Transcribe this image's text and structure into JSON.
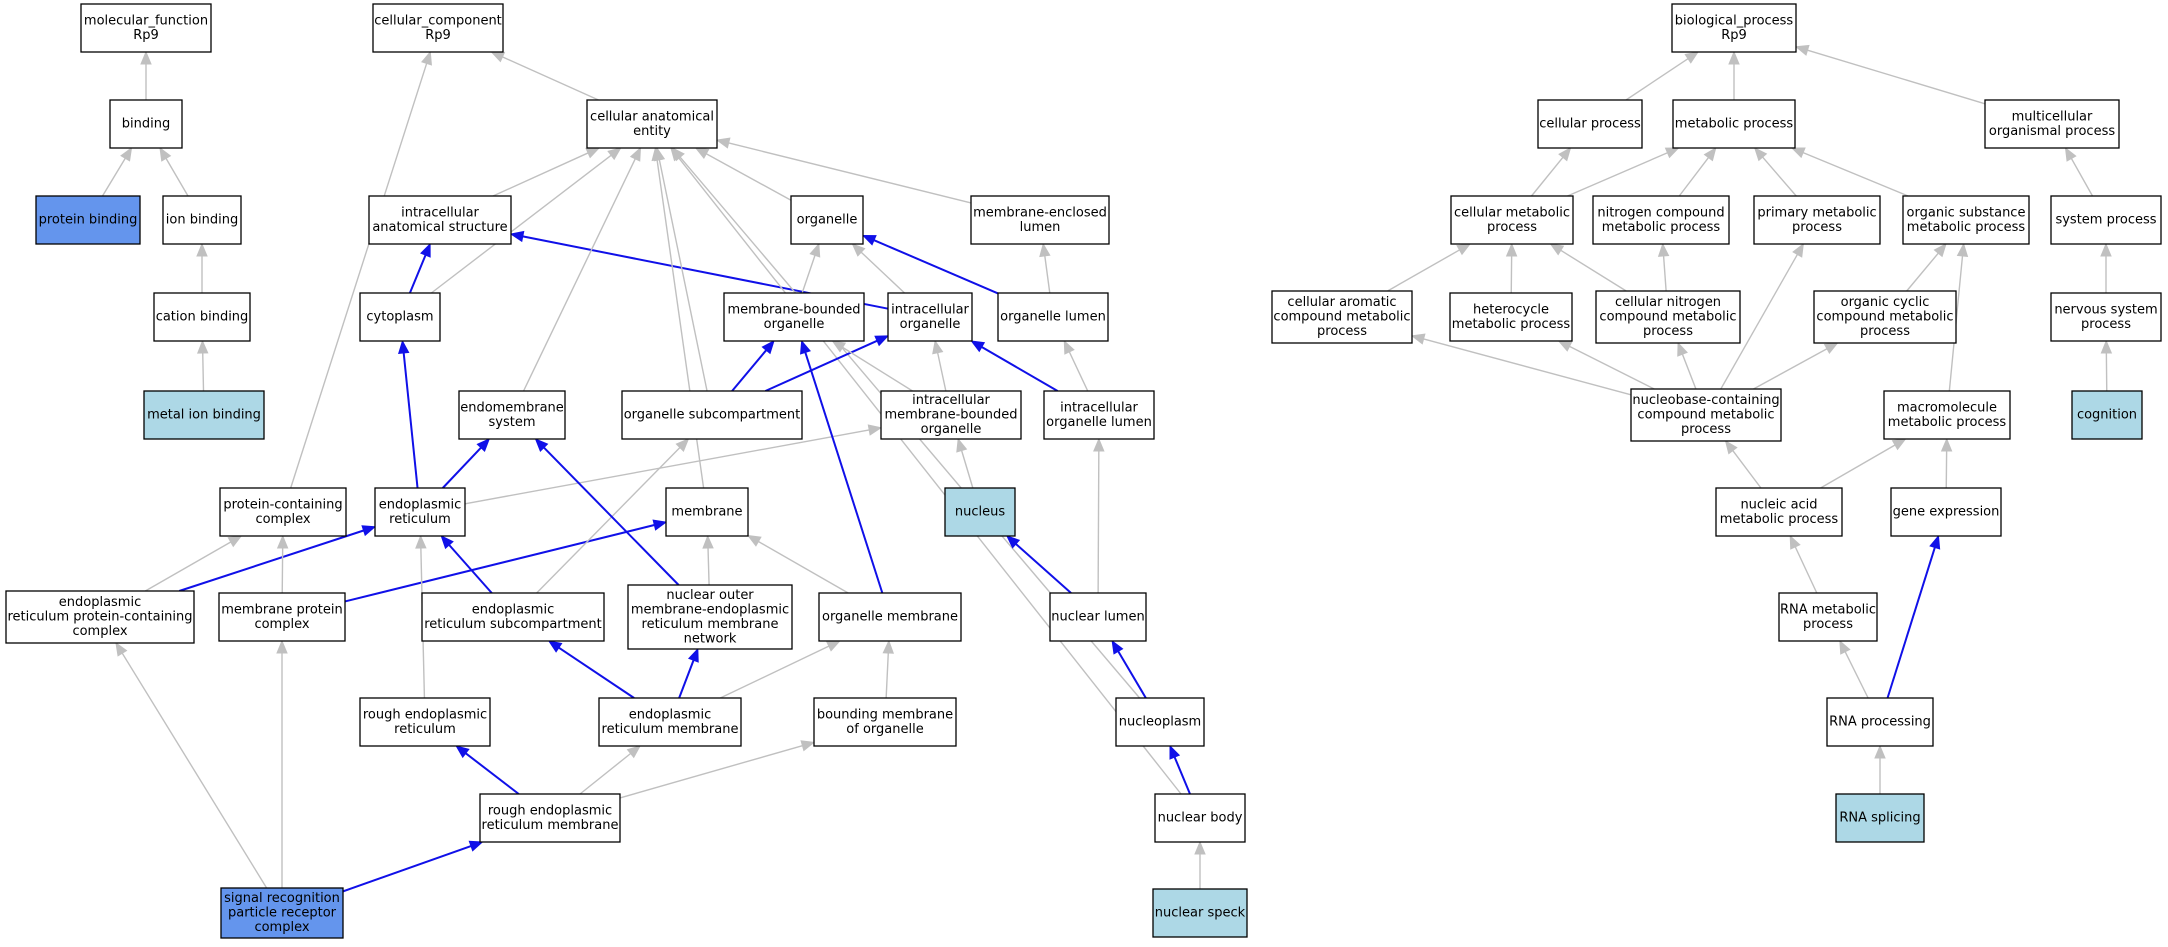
{
  "colors": {
    "background": "#ffffff",
    "node_default": "#ffffff",
    "node_annotated_light": "#add8e6",
    "node_annotated_strong": "#6495ed",
    "edge_normal": "#c0c0c0",
    "edge_path": "#1010e8"
  },
  "nodes": [
    {
      "id": "mf",
      "lines": [
        "molecular_function",
        "Rp9"
      ],
      "fill": "white"
    },
    {
      "id": "binding",
      "lines": [
        "binding"
      ],
      "fill": "white"
    },
    {
      "id": "protbind",
      "lines": [
        "protein binding"
      ],
      "fill": "strong"
    },
    {
      "id": "ionbind",
      "lines": [
        "ion binding"
      ],
      "fill": "white"
    },
    {
      "id": "cationbind",
      "lines": [
        "cation binding"
      ],
      "fill": "white"
    },
    {
      "id": "metalbind",
      "lines": [
        "metal ion binding"
      ],
      "fill": "light"
    },
    {
      "id": "cc",
      "lines": [
        "cellular_component",
        "Rp9"
      ],
      "fill": "white"
    },
    {
      "id": "cae",
      "lines": [
        "cellular anatomical",
        "entity"
      ],
      "fill": "white"
    },
    {
      "id": "ias",
      "lines": [
        "intracellular",
        "anatomical structure"
      ],
      "fill": "white"
    },
    {
      "id": "organelle",
      "lines": [
        "organelle"
      ],
      "fill": "white"
    },
    {
      "id": "mel",
      "lines": [
        "membrane-enclosed",
        "lumen"
      ],
      "fill": "white"
    },
    {
      "id": "cytoplasm",
      "lines": [
        "cytoplasm"
      ],
      "fill": "white"
    },
    {
      "id": "mbo",
      "lines": [
        "membrane-bounded",
        "organelle"
      ],
      "fill": "white"
    },
    {
      "id": "io",
      "lines": [
        "intracellular",
        "organelle"
      ],
      "fill": "white"
    },
    {
      "id": "olumen",
      "lines": [
        "organelle lumen"
      ],
      "fill": "white"
    },
    {
      "id": "endosys",
      "lines": [
        "endomembrane",
        "system"
      ],
      "fill": "white"
    },
    {
      "id": "osub",
      "lines": [
        "organelle subcompartment"
      ],
      "fill": "white"
    },
    {
      "id": "imbo",
      "lines": [
        "intracellular",
        "membrane-bounded",
        "organelle"
      ],
      "fill": "white"
    },
    {
      "id": "iol",
      "lines": [
        "intracellular",
        "organelle lumen"
      ],
      "fill": "white"
    },
    {
      "id": "pcc",
      "lines": [
        "protein-containing",
        "complex"
      ],
      "fill": "white"
    },
    {
      "id": "er",
      "lines": [
        "endoplasmic",
        "reticulum"
      ],
      "fill": "white"
    },
    {
      "id": "membrane",
      "lines": [
        "membrane"
      ],
      "fill": "white"
    },
    {
      "id": "nucleus",
      "lines": [
        "nucleus"
      ],
      "fill": "light"
    },
    {
      "id": "erpcc",
      "lines": [
        "endoplasmic",
        "reticulum protein-containing",
        "complex"
      ],
      "fill": "white"
    },
    {
      "id": "mpc",
      "lines": [
        "membrane protein",
        "complex"
      ],
      "fill": "white"
    },
    {
      "id": "ersub",
      "lines": [
        "endoplasmic",
        "reticulum subcompartment"
      ],
      "fill": "white"
    },
    {
      "id": "nomer",
      "lines": [
        "nuclear outer",
        "membrane-endoplasmic",
        "reticulum membrane",
        "network"
      ],
      "fill": "white"
    },
    {
      "id": "orgmem",
      "lines": [
        "organelle membrane"
      ],
      "fill": "white"
    },
    {
      "id": "nlumen",
      "lines": [
        "nuclear lumen"
      ],
      "fill": "white"
    },
    {
      "id": "rer",
      "lines": [
        "rough endoplasmic",
        "reticulum"
      ],
      "fill": "white"
    },
    {
      "id": "ermem",
      "lines": [
        "endoplasmic",
        "reticulum membrane"
      ],
      "fill": "white"
    },
    {
      "id": "bmo",
      "lines": [
        "bounding membrane",
        "of organelle"
      ],
      "fill": "white"
    },
    {
      "id": "nucleoplasm",
      "lines": [
        "nucleoplasm"
      ],
      "fill": "white"
    },
    {
      "id": "rerm",
      "lines": [
        "rough endoplasmic",
        "reticulum membrane"
      ],
      "fill": "white"
    },
    {
      "id": "nbody",
      "lines": [
        "nuclear body"
      ],
      "fill": "white"
    },
    {
      "id": "srp",
      "lines": [
        "signal recognition",
        "particle receptor",
        "complex"
      ],
      "fill": "strong"
    },
    {
      "id": "nspeck",
      "lines": [
        "nuclear speck"
      ],
      "fill": "light"
    },
    {
      "id": "bp",
      "lines": [
        "biological_process",
        "Rp9"
      ],
      "fill": "white"
    },
    {
      "id": "cellproc",
      "lines": [
        "cellular process"
      ],
      "fill": "white"
    },
    {
      "id": "metproc",
      "lines": [
        "metabolic process"
      ],
      "fill": "white"
    },
    {
      "id": "mop",
      "lines": [
        "multicellular",
        "organismal process"
      ],
      "fill": "white"
    },
    {
      "id": "cmp",
      "lines": [
        "cellular metabolic",
        "process"
      ],
      "fill": "white"
    },
    {
      "id": "ncmp",
      "lines": [
        "nitrogen compound",
        "metabolic process"
      ],
      "fill": "white"
    },
    {
      "id": "pmp",
      "lines": [
        "primary metabolic",
        "process"
      ],
      "fill": "white"
    },
    {
      "id": "osmp",
      "lines": [
        "organic substance",
        "metabolic process"
      ],
      "fill": "white"
    },
    {
      "id": "sysproc",
      "lines": [
        "system process"
      ],
      "fill": "white"
    },
    {
      "id": "cacmp",
      "lines": [
        "cellular aromatic",
        "compound metabolic",
        "process"
      ],
      "fill": "white"
    },
    {
      "id": "hmp",
      "lines": [
        "heterocycle",
        "metabolic process"
      ],
      "fill": "white"
    },
    {
      "id": "cncmp",
      "lines": [
        "cellular nitrogen",
        "compound metabolic",
        "process"
      ],
      "fill": "white"
    },
    {
      "id": "occmp",
      "lines": [
        "organic cyclic",
        "compound metabolic",
        "process"
      ],
      "fill": "white"
    },
    {
      "id": "nsp",
      "lines": [
        "nervous system",
        "process"
      ],
      "fill": "white"
    },
    {
      "id": "nbccmp",
      "lines": [
        "nucleobase-containing",
        "compound metabolic",
        "process"
      ],
      "fill": "white"
    },
    {
      "id": "mmp",
      "lines": [
        "macromolecule",
        "metabolic process"
      ],
      "fill": "white"
    },
    {
      "id": "cognition",
      "lines": [
        "cognition"
      ],
      "fill": "light"
    },
    {
      "id": "namp",
      "lines": [
        "nucleic acid",
        "metabolic process"
      ],
      "fill": "white"
    },
    {
      "id": "geneexp",
      "lines": [
        "gene expression"
      ],
      "fill": "white"
    },
    {
      "id": "rnamp",
      "lines": [
        "RNA metabolic",
        "process"
      ],
      "fill": "white"
    },
    {
      "id": "rnaproc",
      "lines": [
        "RNA processing"
      ],
      "fill": "white"
    },
    {
      "id": "rnasplice",
      "lines": [
        "RNA splicing"
      ],
      "fill": "light"
    }
  ],
  "edges": [
    {
      "from": "binding",
      "to": "mf",
      "kind": "normal"
    },
    {
      "from": "protbind",
      "to": "binding",
      "kind": "normal"
    },
    {
      "from": "ionbind",
      "to": "binding",
      "kind": "normal"
    },
    {
      "from": "cationbind",
      "to": "ionbind",
      "kind": "normal"
    },
    {
      "from": "metalbind",
      "to": "cationbind",
      "kind": "normal"
    },
    {
      "from": "cae",
      "to": "cc",
      "kind": "normal"
    },
    {
      "from": "ias",
      "to": "cae",
      "kind": "normal"
    },
    {
      "from": "organelle",
      "to": "cae",
      "kind": "normal"
    },
    {
      "from": "mel",
      "to": "cae",
      "kind": "normal"
    },
    {
      "from": "cytoplasm",
      "to": "cae",
      "kind": "normal"
    },
    {
      "from": "cytoplasm",
      "to": "ias",
      "kind": "path"
    },
    {
      "from": "io",
      "to": "ias",
      "kind": "path"
    },
    {
      "from": "mbo",
      "to": "organelle",
      "kind": "normal"
    },
    {
      "from": "io",
      "to": "organelle",
      "kind": "normal"
    },
    {
      "from": "olumen",
      "to": "organelle",
      "kind": "path"
    },
    {
      "from": "olumen",
      "to": "mel",
      "kind": "normal"
    },
    {
      "from": "endosys",
      "to": "cae",
      "kind": "normal"
    },
    {
      "from": "osub",
      "to": "cae",
      "kind": "normal"
    },
    {
      "from": "membrane",
      "to": "cae",
      "kind": "normal"
    },
    {
      "from": "nucleoplasm",
      "to": "cae",
      "kind": "normal"
    },
    {
      "from": "nbody",
      "to": "cae",
      "kind": "normal"
    },
    {
      "from": "osub",
      "to": "mbo",
      "kind": "path"
    },
    {
      "from": "osub",
      "to": "io",
      "kind": "path"
    },
    {
      "from": "imbo",
      "to": "mbo",
      "kind": "normal"
    },
    {
      "from": "imbo",
      "to": "io",
      "kind": "normal"
    },
    {
      "from": "iol",
      "to": "io",
      "kind": "path"
    },
    {
      "from": "iol",
      "to": "olumen",
      "kind": "normal"
    },
    {
      "from": "er",
      "to": "cytoplasm",
      "kind": "path"
    },
    {
      "from": "er",
      "to": "endosys",
      "kind": "path"
    },
    {
      "from": "er",
      "to": "imbo",
      "kind": "normal"
    },
    {
      "from": "nucleus",
      "to": "imbo",
      "kind": "normal"
    },
    {
      "from": "nlumen",
      "to": "iol",
      "kind": "normal"
    },
    {
      "from": "nlumen",
      "to": "nucleus",
      "kind": "path"
    },
    {
      "from": "erpcc",
      "to": "pcc",
      "kind": "normal"
    },
    {
      "from": "erpcc",
      "to": "er",
      "kind": "path"
    },
    {
      "from": "mpc",
      "to": "pcc",
      "kind": "normal"
    },
    {
      "from": "mpc",
      "to": "membrane",
      "kind": "path"
    },
    {
      "from": "pcc",
      "to": "cc",
      "kind": "normal"
    },
    {
      "from": "ersub",
      "to": "er",
      "kind": "path"
    },
    {
      "from": "ersub",
      "to": "osub",
      "kind": "normal"
    },
    {
      "from": "nomer",
      "to": "endosys",
      "kind": "path"
    },
    {
      "from": "nomer",
      "to": "membrane",
      "kind": "normal"
    },
    {
      "from": "orgmem",
      "to": "membrane",
      "kind": "normal"
    },
    {
      "from": "orgmem",
      "to": "mbo",
      "kind": "path"
    },
    {
      "from": "rer",
      "to": "er",
      "kind": "normal"
    },
    {
      "from": "ermem",
      "to": "ersub",
      "kind": "path"
    },
    {
      "from": "ermem",
      "to": "nomer",
      "kind": "path"
    },
    {
      "from": "ermem",
      "to": "orgmem",
      "kind": "normal"
    },
    {
      "from": "bmo",
      "to": "orgmem",
      "kind": "normal"
    },
    {
      "from": "nucleoplasm",
      "to": "nlumen",
      "kind": "path"
    },
    {
      "from": "rerm",
      "to": "rer",
      "kind": "path"
    },
    {
      "from": "rerm",
      "to": "ermem",
      "kind": "normal"
    },
    {
      "from": "rerm",
      "to": "bmo",
      "kind": "normal"
    },
    {
      "from": "nbody",
      "to": "nucleoplasm",
      "kind": "path"
    },
    {
      "from": "srp",
      "to": "erpcc",
      "kind": "normal"
    },
    {
      "from": "srp",
      "to": "mpc",
      "kind": "normal"
    },
    {
      "from": "srp",
      "to": "rerm",
      "kind": "path"
    },
    {
      "from": "nspeck",
      "to": "nbody",
      "kind": "normal"
    },
    {
      "from": "cellproc",
      "to": "bp",
      "kind": "normal"
    },
    {
      "from": "metproc",
      "to": "bp",
      "kind": "normal"
    },
    {
      "from": "mop",
      "to": "bp",
      "kind": "normal"
    },
    {
      "from": "cmp",
      "to": "cellproc",
      "kind": "normal"
    },
    {
      "from": "cmp",
      "to": "metproc",
      "kind": "normal"
    },
    {
      "from": "ncmp",
      "to": "metproc",
      "kind": "normal"
    },
    {
      "from": "pmp",
      "to": "metproc",
      "kind": "normal"
    },
    {
      "from": "osmp",
      "to": "metproc",
      "kind": "normal"
    },
    {
      "from": "sysproc",
      "to": "mop",
      "kind": "normal"
    },
    {
      "from": "cacmp",
      "to": "cmp",
      "kind": "normal"
    },
    {
      "from": "hmp",
      "to": "cmp",
      "kind": "normal"
    },
    {
      "from": "cncmp",
      "to": "cmp",
      "kind": "normal"
    },
    {
      "from": "cncmp",
      "to": "ncmp",
      "kind": "normal"
    },
    {
      "from": "occmp",
      "to": "osmp",
      "kind": "normal"
    },
    {
      "from": "nsp",
      "to": "sysproc",
      "kind": "normal"
    },
    {
      "from": "nbccmp",
      "to": "cacmp",
      "kind": "normal"
    },
    {
      "from": "nbccmp",
      "to": "hmp",
      "kind": "normal"
    },
    {
      "from": "nbccmp",
      "to": "cncmp",
      "kind": "normal"
    },
    {
      "from": "nbccmp",
      "to": "occmp",
      "kind": "normal"
    },
    {
      "from": "nbccmp",
      "to": "pmp",
      "kind": "normal"
    },
    {
      "from": "mmp",
      "to": "osmp",
      "kind": "normal"
    },
    {
      "from": "cognition",
      "to": "nsp",
      "kind": "normal"
    },
    {
      "from": "namp",
      "to": "nbccmp",
      "kind": "normal"
    },
    {
      "from": "namp",
      "to": "mmp",
      "kind": "normal"
    },
    {
      "from": "geneexp",
      "to": "mmp",
      "kind": "normal"
    },
    {
      "from": "rnamp",
      "to": "namp",
      "kind": "normal"
    },
    {
      "from": "rnaproc",
      "to": "rnamp",
      "kind": "normal"
    },
    {
      "from": "rnaproc",
      "to": "geneexp",
      "kind": "path"
    },
    {
      "from": "rnasplice",
      "to": "rnaproc",
      "kind": "normal"
    }
  ]
}
